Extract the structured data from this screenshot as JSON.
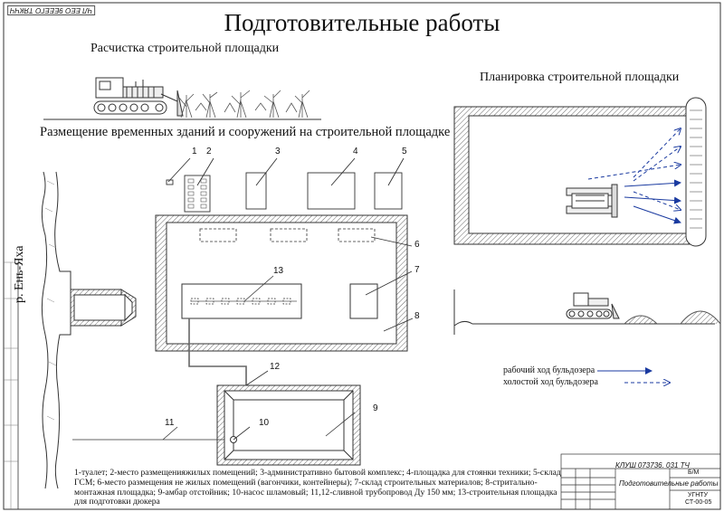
{
  "title": "Подготовительные работы",
  "stamp": "ЧЛ ЕЕО 9ЕЕЕГО ТЯКЧЧ",
  "sections": {
    "clearing": "Расчистка строительной площадки",
    "leveling": "Планировка строительной площадки",
    "placement": "Размещение временных зданий и сооружений на строительной площадке"
  },
  "river_label": "р. Ень-Яха",
  "markers": [
    "1",
    "2",
    "3",
    "4",
    "5",
    "6",
    "7",
    "8",
    "9",
    "10",
    "11",
    "12",
    "13"
  ],
  "legend": {
    "work": "рабочий ход бульдозера",
    "idle": "холостой ход бульдозера"
  },
  "caption": "1-туалет; 2-место размещенияжилых помещений; 3-административно бытовой комплекс; 4-площадка для стоянки техники; 5-склад ГСМ; 6-место размещения не жилых помещений (вагончики, контейнеры); 7-склад строительных материалов; 8-стритально-монтажная площадка; 9-амбар отстойник; 10-насос шламовый; 11,12-сливной трубопровод Ду 150 мм; 13-строительная площадка для подготовки дюкера",
  "title_block": {
    "code": "КЛУШ 073736. 031 ТЧ",
    "name": "Подготовительные работы",
    "sheet_label": "Б/М",
    "org": "УГНТУ",
    "group": "СТ-00-05"
  }
}
